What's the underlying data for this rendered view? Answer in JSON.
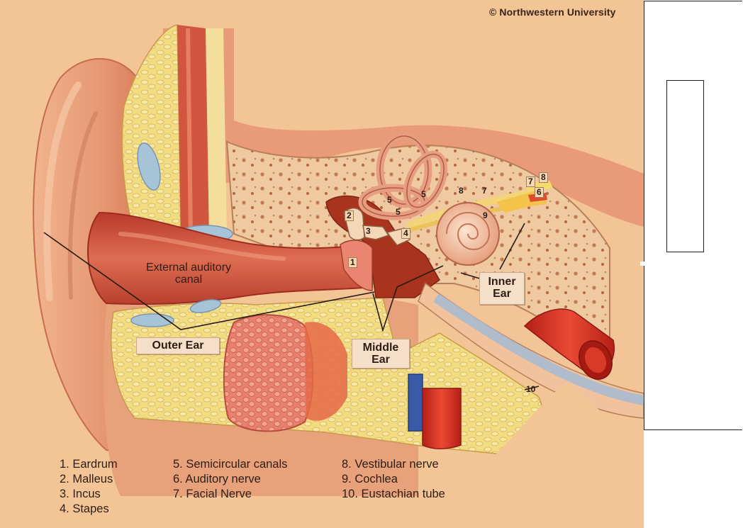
{
  "copyright": "© Northwestern University",
  "region_labels": {
    "outer_ear": "Outer Ear",
    "middle_ear_line1": "Middle",
    "middle_ear_line2": "Ear",
    "inner_ear_line1": "Inner",
    "inner_ear_line2": "Ear"
  },
  "canal_label": {
    "line1": "External auditory",
    "line2": "canal"
  },
  "markers": {
    "m1": "1",
    "m2": "2",
    "m3": "3",
    "m4": "4",
    "m5a": "5",
    "m5b": "5",
    "m5c": "5",
    "m6": "6",
    "m7a": "7",
    "m7b": "7",
    "m8a": "8",
    "m8b": "8",
    "m9": "9",
    "m10": "10"
  },
  "legend": [
    [
      "1. Eardrum",
      "2. Malleus",
      "3. Incus",
      "4. Stapes"
    ],
    [
      "5. Semicircular canals",
      "6. Auditory nerve",
      "7. Facial Nerve"
    ],
    [
      "8. Vestibular nerve",
      "9. Cochlea",
      "10. Eustachian tube"
    ]
  ],
  "colors": {
    "background": "#f3c596",
    "skin": "#e9a07a",
    "muscle": "#d0533d",
    "fat": "#f2dc82",
    "bone": "#ecc59c",
    "blood_vessel_red": "#d83426",
    "blood_vessel_blue": "#3a5aa8",
    "label_box": "#f6dfc9"
  }
}
